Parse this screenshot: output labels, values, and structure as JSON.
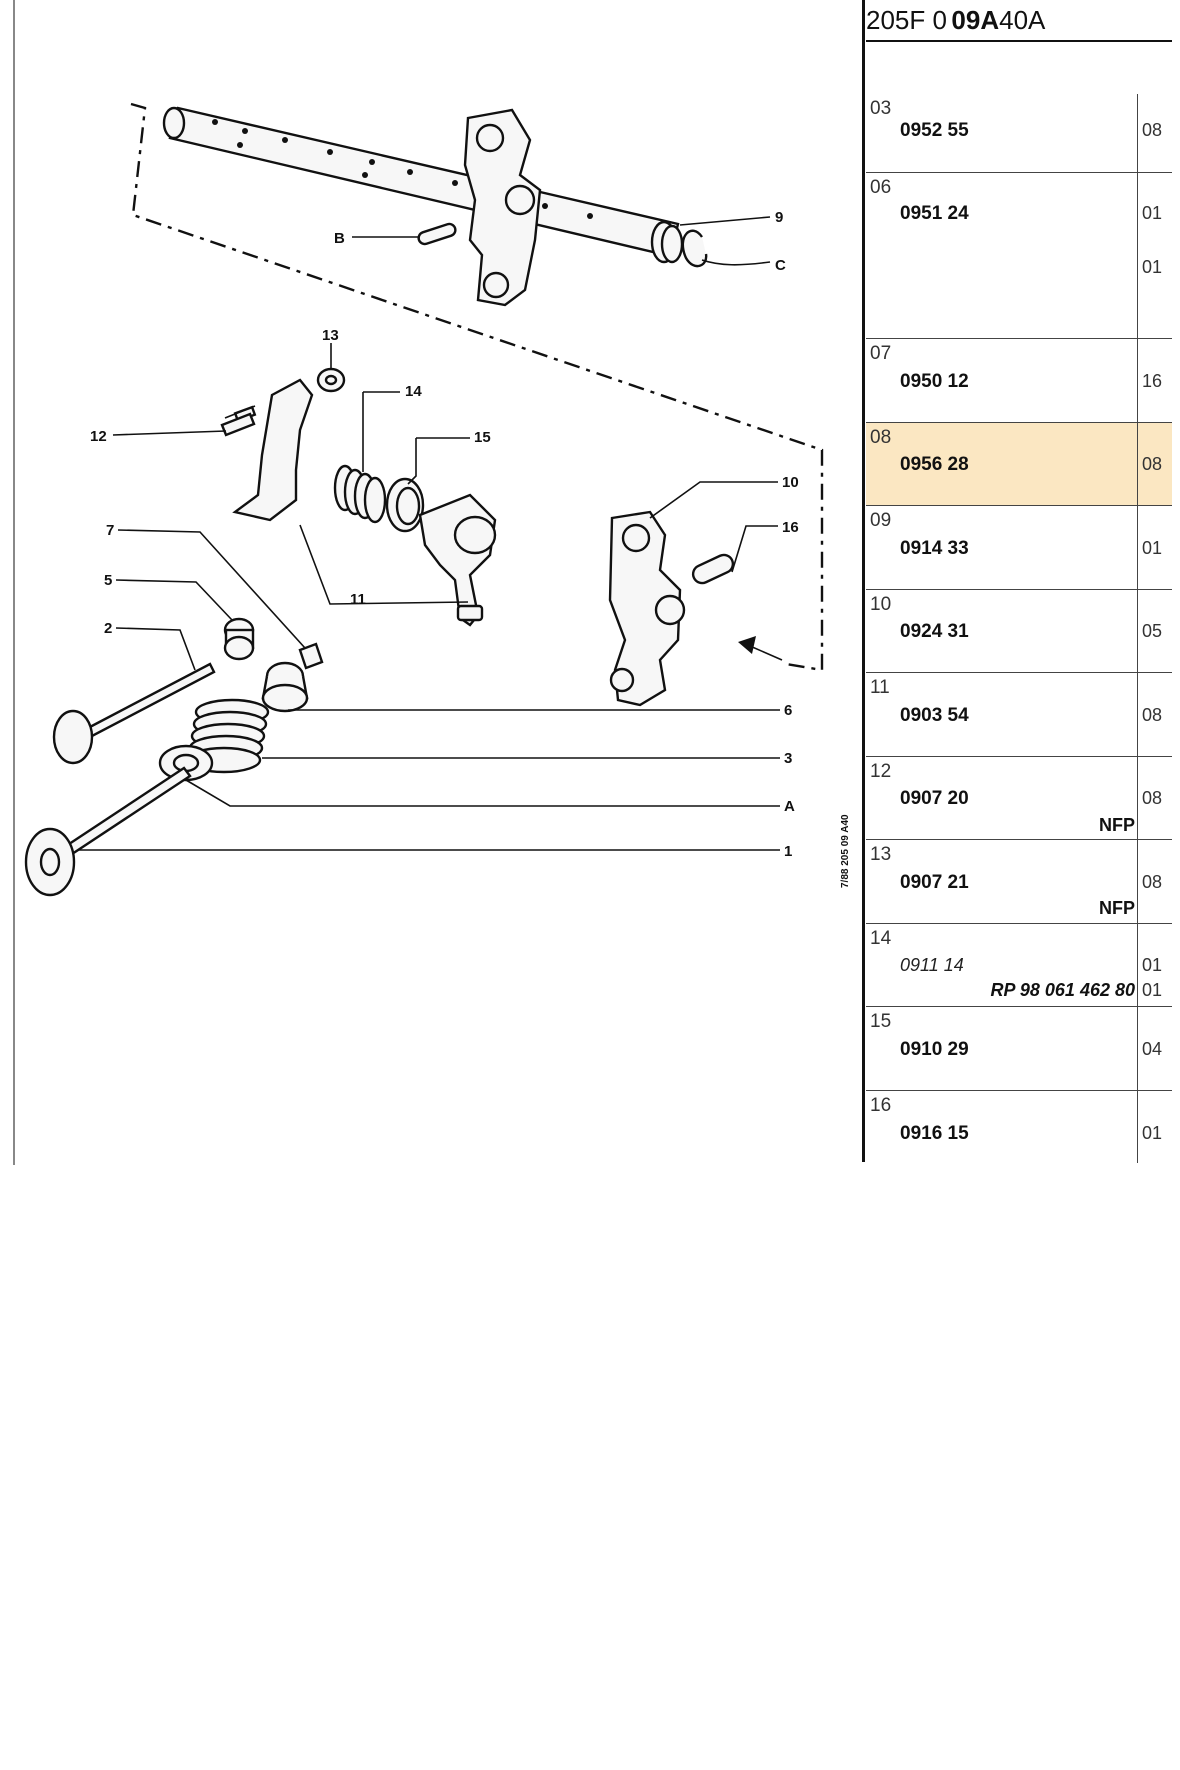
{
  "header": {
    "part1": "205F 0",
    "part2": "09A",
    "part3": "40A"
  },
  "rows": [
    {
      "num": "03",
      "code": "0952 55",
      "qty": [
        "08"
      ],
      "note": ""
    },
    {
      "num": "06",
      "code": "0951 24",
      "qty": [
        "01",
        "01"
      ],
      "note": ""
    },
    {
      "num": "07",
      "code": "0950 12",
      "qty": [
        "16"
      ],
      "note": ""
    },
    {
      "num": "08",
      "code": "0956 28",
      "qty": [
        "08"
      ],
      "note": "",
      "highlight": true
    },
    {
      "num": "09",
      "code": "0914 33",
      "qty": [
        "01"
      ],
      "note": ""
    },
    {
      "num": "10",
      "code": "0924 31",
      "qty": [
        "05"
      ],
      "note": ""
    },
    {
      "num": "11",
      "code": "0903 54",
      "qty": [
        "08"
      ],
      "note": ""
    },
    {
      "num": "12",
      "code": "0907 20",
      "qty": [
        "08"
      ],
      "note": "NFP"
    },
    {
      "num": "13",
      "code": "0907 21",
      "qty": [
        "08"
      ],
      "note": "NFP"
    },
    {
      "num": "14",
      "code": "0911 14",
      "qty": [
        "01",
        "01"
      ],
      "note": "RP 98 061 462 80",
      "italic": true
    },
    {
      "num": "15",
      "code": "0910 29",
      "qty": [
        "04"
      ],
      "note": ""
    },
    {
      "num": "16",
      "code": "0916 15",
      "qty": [
        "01"
      ],
      "note": ""
    }
  ],
  "diagram": {
    "callouts": [
      "B",
      "9",
      "C",
      "13",
      "14",
      "15",
      "12",
      "10",
      "16",
      "7",
      "5",
      "11",
      "2",
      "6",
      "3",
      "A",
      "1"
    ],
    "vertical_ref": "7/88 205 09 A40"
  }
}
